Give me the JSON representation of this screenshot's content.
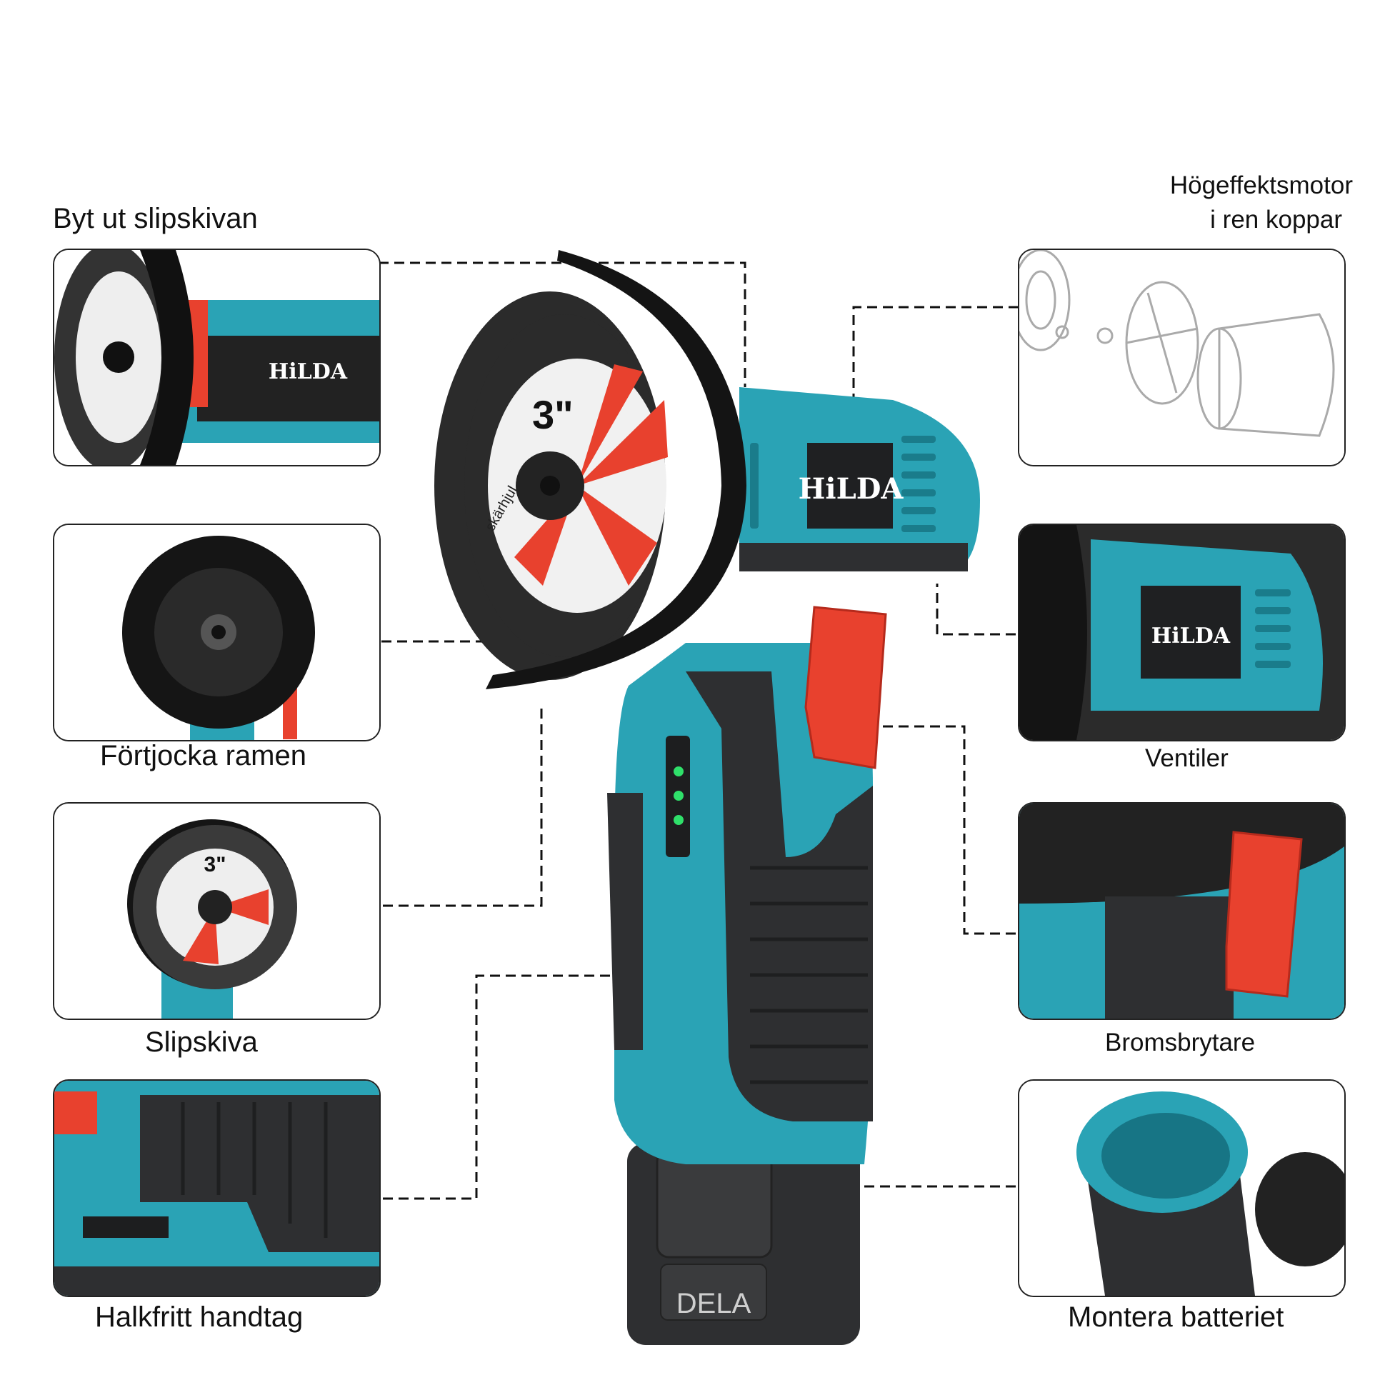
{
  "labels": {
    "replace_disc": "Byt ut slipskivan",
    "thicken_frame": "Förtjocka ramen",
    "grinding_disc": "Slipskiva",
    "nonslip_handle": "Halkfritt handtag",
    "motor_line1": "Högeffektsmotor",
    "motor_line2": "i ren koppar",
    "vents": "Ventiler",
    "brake_switch": "Bromsbrytare",
    "mount_battery": "Montera batteriet"
  },
  "product": {
    "brand": "HiLDA",
    "disc_size": "3\"",
    "disc_text": "skärhjul",
    "battery_text": "DELA"
  },
  "colors": {
    "teal": "#2aa3b5",
    "dark": "#2e2f31",
    "red": "#e8412e"
  }
}
